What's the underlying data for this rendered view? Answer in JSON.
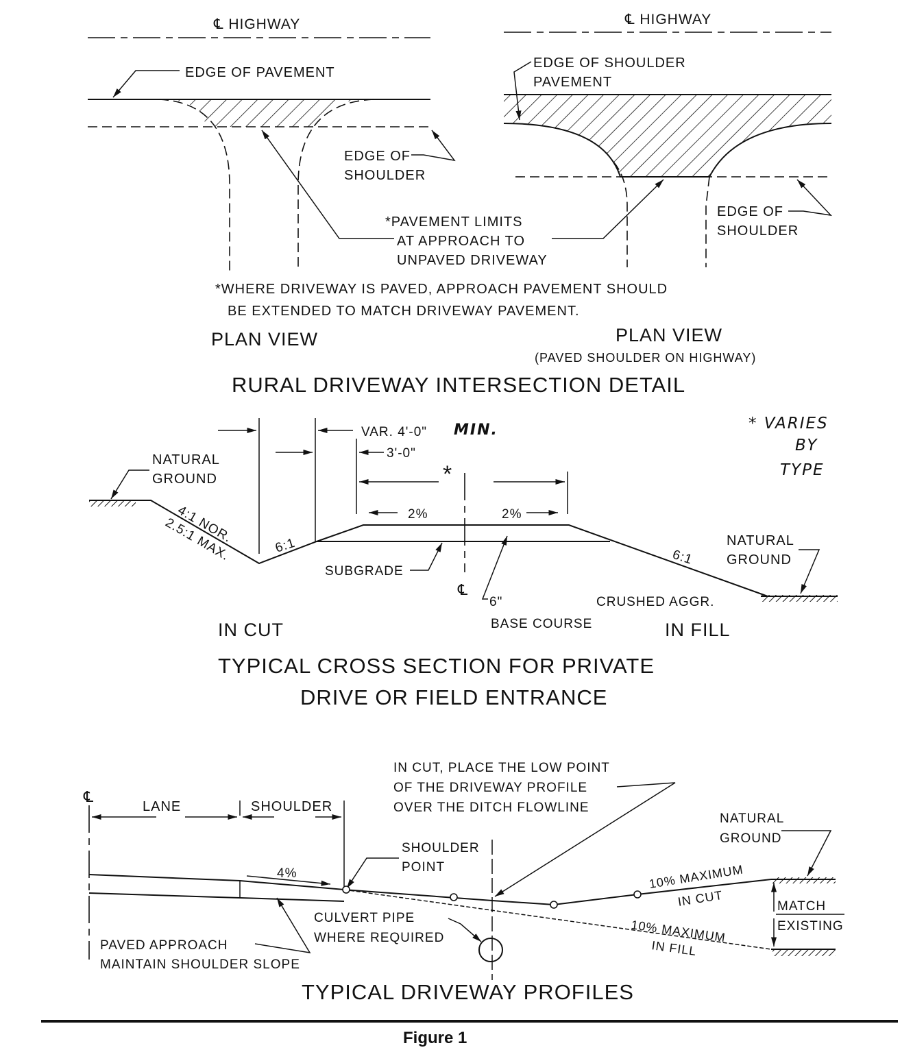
{
  "plan_left": {
    "cl_label": "℄ HIGHWAY",
    "edge_of_pavement": "EDGE OF PAVEMENT",
    "edge_of_shoulder_1": "EDGE OF",
    "edge_of_shoulder_2": "SHOULDER",
    "title": "PLAN VIEW"
  },
  "plan_right": {
    "cl_label": "℄ HIGHWAY",
    "edge_shoulder_pavement_1": "EDGE OF SHOULDER",
    "edge_shoulder_pavement_2": "PAVEMENT",
    "edge_of_shoulder_1": "EDGE OF",
    "edge_of_shoulder_2": "SHOULDER",
    "title": "PLAN VIEW",
    "subtitle": "(PAVED SHOULDER ON HIGHWAY)"
  },
  "pavement_limits": {
    "line1": "*PAVEMENT LIMITS",
    "line2": "AT APPROACH TO",
    "line3": "UNPAVED DRIVEWAY"
  },
  "footnote": {
    "line1": "*WHERE DRIVEWAY IS PAVED, APPROACH PAVEMENT SHOULD",
    "line2": "BE EXTENDED TO MATCH DRIVEWAY PAVEMENT."
  },
  "rural_title": "RURAL DRIVEWAY INTERSECTION DETAIL",
  "cross_section": {
    "var_label": "VAR. 4'-0\"",
    "min_label": "MIN.",
    "three_ft": "3'-0\"",
    "star": "*",
    "varies_1": "* VARIES",
    "varies_2": "BY",
    "varies_3": "TYPE",
    "natural_ground_left_1": "NATURAL",
    "natural_ground_left_2": "GROUND",
    "slope_1": "4:1 NOR.",
    "slope_2": "2.5:1 MAX.",
    "slope_6_left": "6:1",
    "slope_6_right": "6:1",
    "grade_left": "2%",
    "grade_right": "2%",
    "subgrade": "SUBGRADE",
    "cl_symbol": "℄",
    "aggr_1": "6\"",
    "aggr_2": "CRUSHED AGGR.",
    "aggr_3": "BASE COURSE",
    "natural_ground_right_1": "NATURAL",
    "natural_ground_right_2": "GROUND",
    "in_cut": "IN CUT",
    "in_fill": "IN FILL",
    "title_1": "TYPICAL CROSS SECTION FOR PRIVATE",
    "title_2": "DRIVE OR FIELD ENTRANCE"
  },
  "profiles": {
    "cl_symbol": "℄",
    "lane": "LANE",
    "shoulder": "SHOULDER",
    "note_1": "IN CUT, PLACE THE LOW POINT",
    "note_2": "OF THE DRIVEWAY PROFILE",
    "note_3": "OVER THE DITCH FLOWLINE",
    "natural_ground_1": "NATURAL",
    "natural_ground_2": "GROUND",
    "shoulder_point_1": "SHOULDER",
    "shoulder_point_2": "POINT",
    "grade": "4%",
    "max_cut_1": "10% MAXIMUM",
    "max_cut_2": "IN CUT",
    "max_fill_1": "10% MAXIMUM",
    "max_fill_2": "IN FILL",
    "match_1": "MATCH",
    "match_2": "EXISTING",
    "culvert_1": "CULVERT PIPE",
    "culvert_2": "WHERE REQUIRED",
    "paved_1": "PAVED APPROACH",
    "paved_2": "MAINTAIN SHOULDER SLOPE",
    "title": "TYPICAL DRIVEWAY PROFILES"
  },
  "figure_caption": "Figure 1"
}
